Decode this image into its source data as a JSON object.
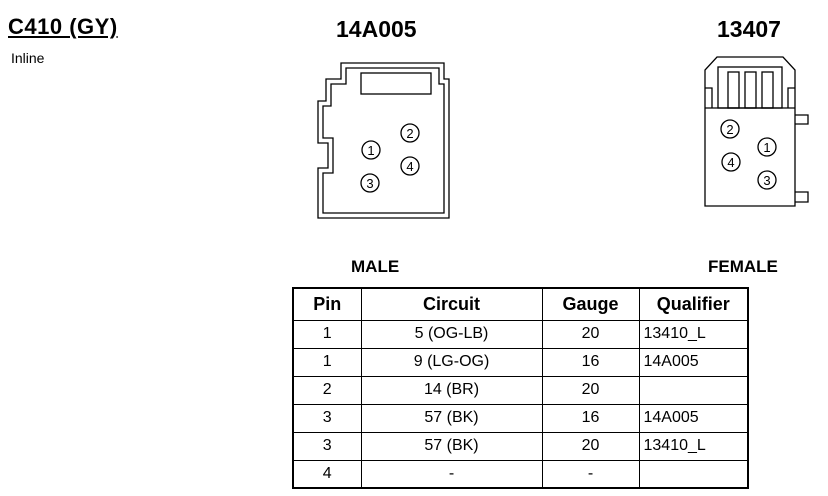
{
  "connector": {
    "title": "C410 (GY)",
    "type": "Inline"
  },
  "male": {
    "part_number": "14A005",
    "label": "MALE",
    "pins": [
      "1",
      "2",
      "3",
      "4"
    ]
  },
  "female": {
    "part_number": "13407",
    "label": "FEMALE",
    "pins": [
      "1",
      "2",
      "3",
      "4"
    ]
  },
  "table": {
    "headers": [
      "Pin",
      "Circuit",
      "Gauge",
      "Qualifier"
    ],
    "rows": [
      [
        "1",
        "5 (OG-LB)",
        "20",
        "13410_L"
      ],
      [
        "1",
        "9 (LG-OG)",
        "16",
        "14A005"
      ],
      [
        "2",
        "14 (BR)",
        "20",
        ""
      ],
      [
        "3",
        "57 (BK)",
        "16",
        "14A005"
      ],
      [
        "3",
        "57 (BK)",
        "20",
        "13410_L"
      ],
      [
        "4",
        "-",
        "-",
        ""
      ]
    ]
  }
}
